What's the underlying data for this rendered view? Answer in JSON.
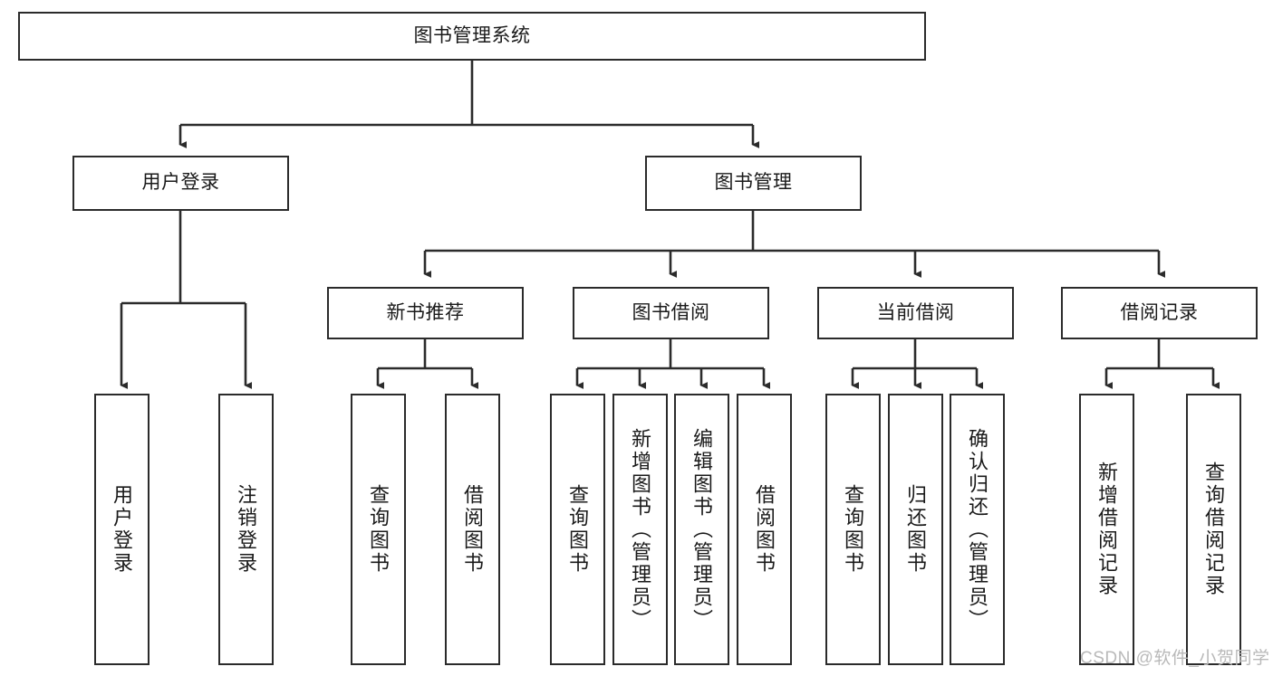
{
  "diagram": {
    "title": "图书管理系统",
    "type": "tree-diagram",
    "nodes": {
      "root": {
        "label": "图书管理系统"
      },
      "level1": [
        {
          "id": "user-login",
          "label": "用户登录"
        },
        {
          "id": "book-management",
          "label": "图书管理"
        }
      ],
      "level2": [
        {
          "id": "new-book-recommend",
          "label": "新书推荐"
        },
        {
          "id": "book-borrow",
          "label": "图书借阅"
        },
        {
          "id": "current-borrow",
          "label": "当前借阅"
        },
        {
          "id": "borrow-record",
          "label": "借阅记录"
        }
      ],
      "leaves": {
        "user_login": [
          {
            "id": "leaf-user-login",
            "label": "用户登录"
          },
          {
            "id": "leaf-logout-login",
            "label": "注销登录"
          }
        ],
        "new_book_recommend": [
          {
            "id": "leaf-query-book-1",
            "label": "查询图书"
          },
          {
            "id": "leaf-borrow-book-1",
            "label": "借阅图书"
          }
        ],
        "book_borrow": [
          {
            "id": "leaf-query-book-2",
            "label": "查询图书"
          },
          {
            "id": "leaf-add-book",
            "label": "新增图书（管理员）"
          },
          {
            "id": "leaf-edit-book",
            "label": "编辑图书（管理员）"
          },
          {
            "id": "leaf-borrow-book-2",
            "label": "借阅图书"
          }
        ],
        "current_borrow": [
          {
            "id": "leaf-query-book-3",
            "label": "查询图书"
          },
          {
            "id": "leaf-return-book",
            "label": "归还图书"
          },
          {
            "id": "leaf-confirm-return",
            "label": "确认归还（管理员）"
          }
        ],
        "borrow_record": [
          {
            "id": "leaf-add-record",
            "label": "新增借阅记录"
          },
          {
            "id": "leaf-query-record",
            "label": "查询借阅记录"
          }
        ]
      }
    },
    "colors": {
      "stroke": "#2b2b2b",
      "fill": "#ffffff",
      "text": "#1a1a1a",
      "watermark": "#b9b9b9"
    }
  },
  "watermark": {
    "text": "CSDN @软件_小贺同学"
  }
}
